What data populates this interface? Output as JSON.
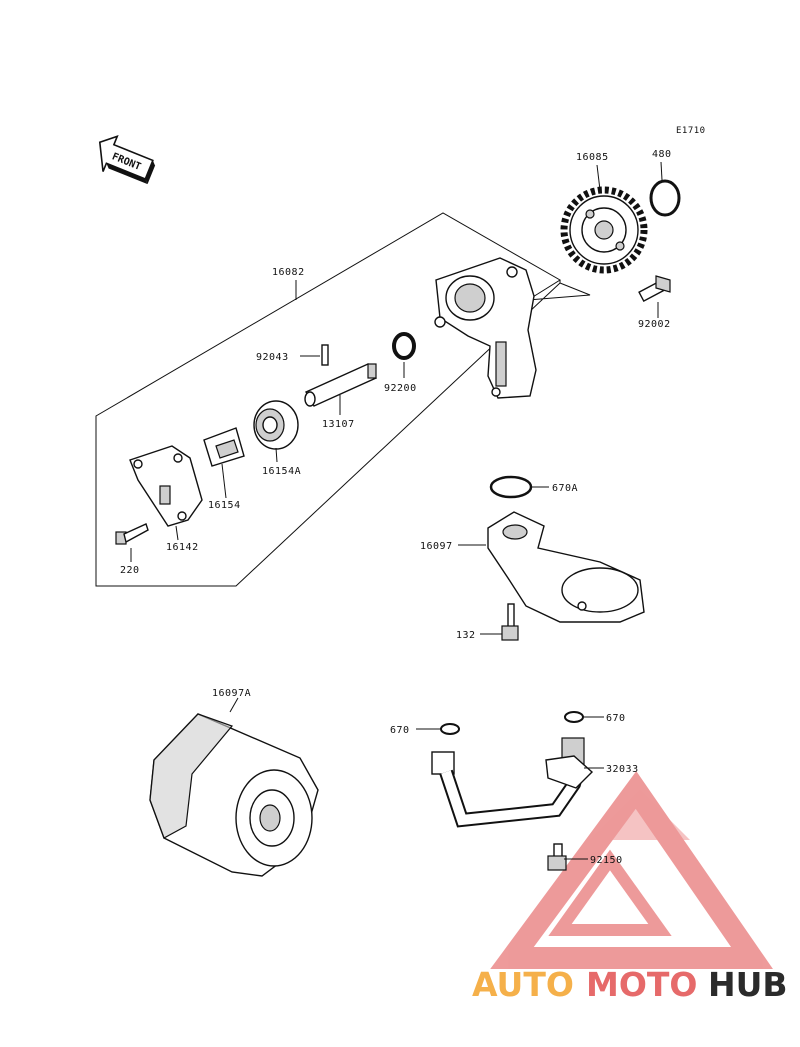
{
  "diagram_code": "E1710",
  "front_label": "FRONT",
  "parts": {
    "p16085": "16085",
    "p480": "480",
    "p16082": "16082",
    "p92002": "92002",
    "p92043": "92043",
    "p92200": "92200",
    "p13107": "13107",
    "p16154A": "16154A",
    "p16154": "16154",
    "p16142": "16142",
    "p220": "220",
    "p670A": "670A",
    "p16097": "16097",
    "p132": "132",
    "p16097A": "16097A",
    "p670_left": "670",
    "p670_right": "670",
    "p32033": "32033",
    "p92150": "92150"
  },
  "watermark": {
    "part1": "AUTO",
    "part2": "MOTO",
    "part3": "HUB",
    "color1": "#f5b04a",
    "color2": "#e66a6a",
    "color3": "#2b2b2b",
    "logo_color": "#e04848"
  }
}
